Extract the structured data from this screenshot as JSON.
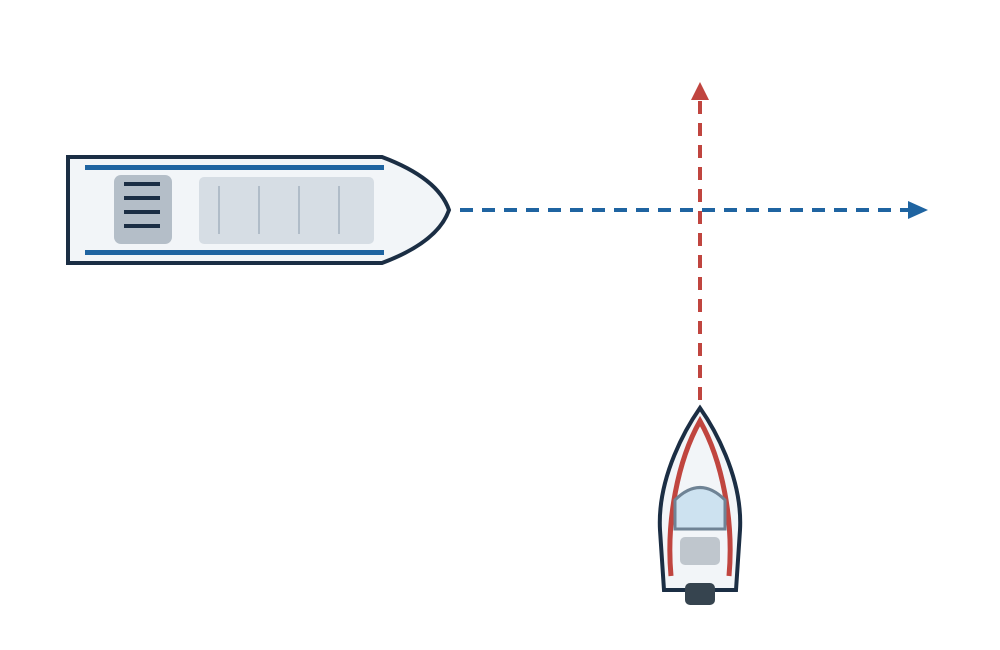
{
  "colors": {
    "background": "#ffffff",
    "outline": "#1b2e44",
    "hull_fill": "#f2f5f8",
    "stripe_blue": "#1f64a1",
    "ship_course": "#1f64a1",
    "boat_course": "#c0453f",
    "boat_stripe": "#c0453f",
    "cargo_panel": "#d6dde4",
    "cargo_divider": "#b0bcc8",
    "stair_block": "#b4bec8",
    "windshield_fill": "#cde2f0",
    "windshield_stroke": "#6f8395",
    "seat": "#bfc6cd",
    "motor": "#36444f"
  },
  "icons": {
    "ship": "cargo-ship-icon",
    "boat": "motorboat-icon",
    "arrowhead": "arrowhead-icon"
  },
  "courses": {
    "ship": {
      "direction": "east",
      "style": "dashed"
    },
    "boat": {
      "direction": "north",
      "style": "dashed"
    }
  }
}
